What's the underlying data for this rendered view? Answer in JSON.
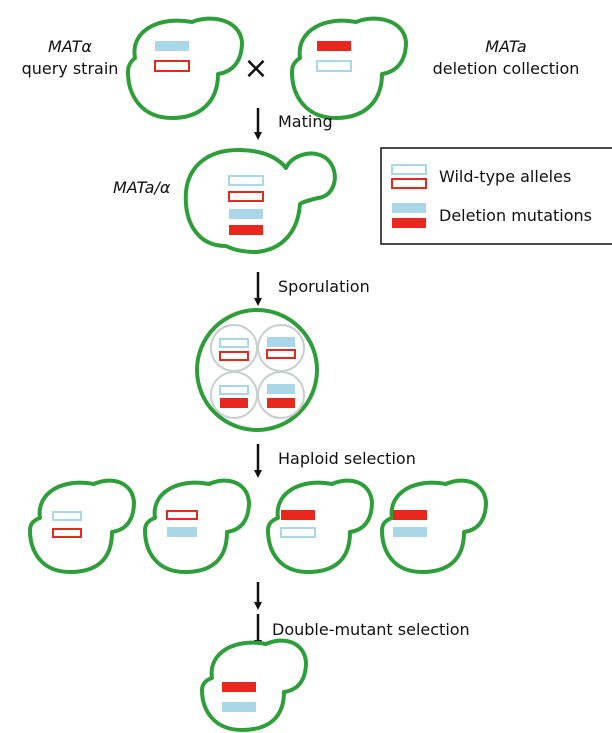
{
  "colors": {
    "cell_outline": "#2e9e3a",
    "wild_type_blue_outline": "#a7d7e8",
    "wild_type_red_outline": "#e8281e",
    "deletion_blue": "#a9d7e7",
    "deletion_red": "#e8281e",
    "spore_outline": "#c8cfcf"
  },
  "labels": {
    "query_mat": "MATα",
    "query_strain": "query strain",
    "cross_symbol": "×",
    "collection_mat": "MATa",
    "collection_name": "deletion collection",
    "diploid_mat": "MATa/α",
    "step_mating": "Mating",
    "step_sporulation": "Sporulation",
    "step_haploid": "Haploid selection",
    "step_double": "Double-mutant selection"
  },
  "legend": {
    "wild_type": "Wild-type alleles",
    "deletion": "Deletion mutations"
  },
  "icons": {
    "arrow": "down-arrow-icon",
    "cell": "yeast-cell-icon"
  }
}
